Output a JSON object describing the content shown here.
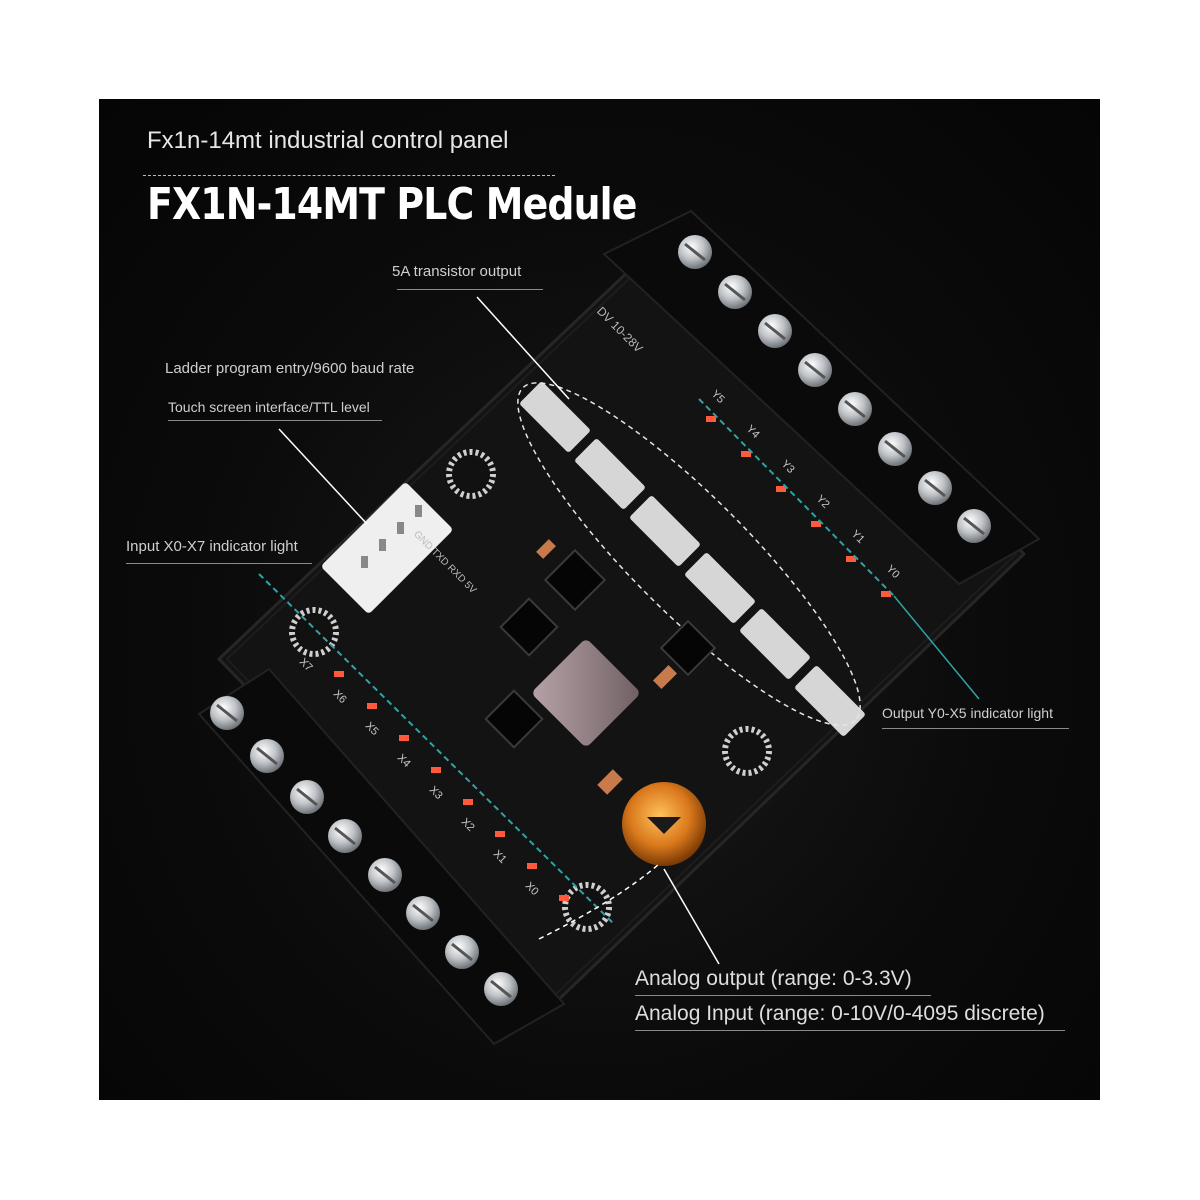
{
  "header": {
    "subtitle": "Fx1n-14mt industrial control panel",
    "title": "FX1N-14MT PLC Medule"
  },
  "callouts": {
    "transistor_output": "5A transistor output",
    "ladder_program": "Ladder program entry/9600 baud rate",
    "touch_screen": "Touch screen interface/TTL level",
    "input_lights": "Input X0-X7 indicator light",
    "output_lights": "Output Y0-X5 indicator light",
    "analog_output": "Analog output (range: 0-3.3V)",
    "analog_input": "Analog Input (range: 0-10V/0-4095 discrete)"
  },
  "board": {
    "power_label": "DV 10-28V",
    "serial_label": "GND TXD RXD 5V",
    "input_labels": [
      "X7",
      "X6",
      "X5",
      "X4",
      "X3",
      "X2",
      "X1",
      "X0"
    ],
    "output_labels": [
      "Y5",
      "Y4",
      "Y3",
      "Y2",
      "Y1",
      "Y0"
    ]
  },
  "colors": {
    "background": "#0b0b0b",
    "pcb": "#121212",
    "led": "#ff5a3c",
    "guide_line": "#2fa3a3",
    "potentiometer": "#d9781c"
  }
}
